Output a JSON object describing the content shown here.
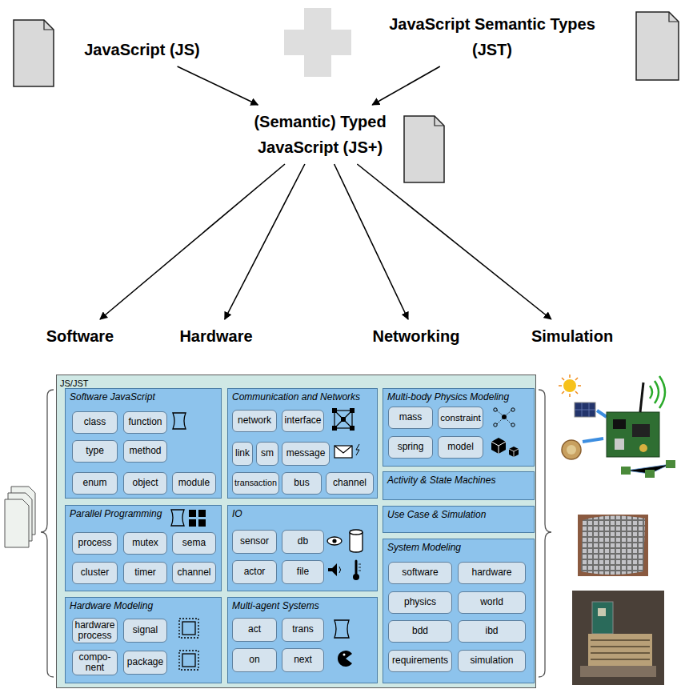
{
  "diagram": {
    "nodes": [
      {
        "text": [
          "JavaScript (JS)"
        ]
      },
      {
        "text": [
          "JavaScript Semantic Types (JST)"
        ]
      },
      {
        "text": [
          "(Semantic) Typed JavaScript (JS+)"
        ]
      },
      {
        "text": [
          "Software"
        ]
      },
      {
        "text": [
          "Hardware"
        ]
      },
      {
        "text": [
          "Networking"
        ]
      },
      {
        "text": [
          "Simulation"
        ]
      },
      {
        "text": [
          "JS/JST"
        ]
      },
      {
        "text": [
          "Software JavaScript"
        ],
        "in": 7
      },
      {
        "text": [
          "class"
        ],
        "in": 8
      },
      {
        "text": [
          "function"
        ],
        "in": 8
      },
      {
        "text": [
          "type"
        ],
        "in": 8
      },
      {
        "text": [
          "method"
        ],
        "in": 8
      },
      {
        "text": [
          "enum"
        ],
        "in": 8
      },
      {
        "text": [
          "object"
        ],
        "in": 8
      },
      {
        "text": [
          "module"
        ],
        "in": 8
      },
      {
        "text": [
          "Parallel Programming"
        ],
        "in": 7
      },
      {
        "text": [
          "process"
        ],
        "in": 16
      },
      {
        "text": [
          "mutex"
        ],
        "in": 16
      },
      {
        "text": [
          "sema"
        ],
        "in": 16
      },
      {
        "text": [
          "cluster"
        ],
        "in": 16
      },
      {
        "text": [
          "timer"
        ],
        "in": 16
      },
      {
        "text": [
          "channel"
        ],
        "in": 16
      },
      {
        "text": [
          "Hardware Modeling"
        ],
        "in": 7
      },
      {
        "text": [
          "hardware process"
        ],
        "in": 23
      },
      {
        "text": [
          "signal"
        ],
        "in": 23
      },
      {
        "text": [
          "compo- nent"
        ],
        "in": 23
      },
      {
        "text": [
          "package"
        ],
        "in": 23
      },
      {
        "text": [
          "Communication and Networks"
        ],
        "in": 7
      },
      {
        "text": [
          "network"
        ],
        "in": 28
      },
      {
        "text": [
          "interface"
        ],
        "in": 28
      },
      {
        "text": [
          "link"
        ],
        "in": 28
      },
      {
        "text": [
          "sm"
        ],
        "in": 28
      },
      {
        "text": [
          "message"
        ],
        "in": 28
      },
      {
        "text": [
          "transaction"
        ],
        "in": 28
      },
      {
        "text": [
          "bus"
        ],
        "in": 28
      },
      {
        "text": [
          "channel"
        ],
        "in": 28
      },
      {
        "text": [
          "IO"
        ],
        "in": 7
      },
      {
        "text": [
          "sensor"
        ],
        "in": 37
      },
      {
        "text": [
          "db"
        ],
        "in": 37
      },
      {
        "text": [
          "actor"
        ],
        "in": 37
      },
      {
        "text": [
          "file"
        ],
        "in": 37
      },
      {
        "text": [
          "Multi-agent Systems"
        ],
        "in": 7
      },
      {
        "text": [
          "act"
        ],
        "in": 42
      },
      {
        "text": [
          "trans"
        ],
        "in": 42
      },
      {
        "text": [
          "on"
        ],
        "in": 42
      },
      {
        "text": [
          "next"
        ],
        "in": 42
      },
      {
        "text": [
          "Multi-body Physics Modeling"
        ],
        "in": 7
      },
      {
        "text": [
          "mass"
        ],
        "in": 47
      },
      {
        "text": [
          "constraint"
        ],
        "in": 47
      },
      {
        "text": [
          "spring"
        ],
        "in": 47
      },
      {
        "text": [
          "model"
        ],
        "in": 47
      },
      {
        "text": [
          "Activity & State Machines"
        ],
        "in": 7
      },
      {
        "text": [
          "Use Case & Simulation"
        ],
        "in": 7
      },
      {
        "text": [
          "System Modeling"
        ],
        "in": 7
      },
      {
        "text": [
          "software"
        ],
        "in": 54
      },
      {
        "text": [
          "hardware"
        ],
        "in": 54
      },
      {
        "text": [
          "physics"
        ],
        "in": 54
      },
      {
        "text": [
          "world"
        ],
        "in": 54
      },
      {
        "text": [
          "bdd"
        ],
        "in": 54
      },
      {
        "text": [
          "ibd"
        ],
        "in": 54
      },
      {
        "text": [
          "requirements"
        ],
        "in": 54
      },
      {
        "text": [
          "simulation"
        ],
        "in": 54
      }
    ],
    "edges": [
      {
        "from": 0,
        "to": 2,
        "arrow": "to"
      },
      {
        "from": 1,
        "to": 2,
        "arrow": "to"
      },
      {
        "from": 2,
        "to": 3,
        "arrow": "to"
      },
      {
        "from": 2,
        "to": 4,
        "arrow": "to"
      },
      {
        "from": 2,
        "to": 5,
        "arrow": "to"
      },
      {
        "from": 2,
        "to": 6,
        "arrow": "to"
      }
    ]
  }
}
